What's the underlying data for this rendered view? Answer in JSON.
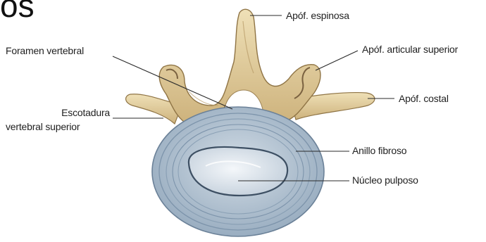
{
  "heading_fragment": "os",
  "labels": {
    "spinous": "Apóf. espinosa",
    "articular": "Apóf. articular superior",
    "foramen": "Foramen vertebral",
    "costal": "Apóf. costal",
    "notch_line1": "Escotadura",
    "notch_line2": "vertebral superior",
    "annulus": "Anillo fibroso",
    "nucleus": "Núcleo pulposo"
  },
  "colors": {
    "bone": "#e6d2a3",
    "bone_shadow": "#a98a55",
    "disc": "#b6c5d4",
    "disc_ring": "#7f95ac",
    "nucleus": "#e9eef3",
    "leader": "#2a2a2a"
  }
}
